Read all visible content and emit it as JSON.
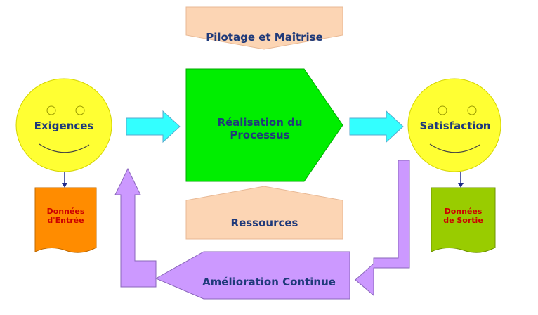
{
  "pilotage_label": "Pilotage et Maîtrise",
  "realisation_label": "Réalisation du\nProcessus",
  "ressources_label": "Ressources",
  "amelioration_label": "Amélioration Continue",
  "exigences_label": "Exigences",
  "satisfaction_label": "Satisfaction",
  "donnees_entree_label": "Données\nd'Entrée",
  "donnees_sortie_label": "Données\nde Sortie",
  "colors": {
    "smiley_fill": "#ffff33",
    "peach_box": "#fcd5b4",
    "green_process": "#00ee00",
    "cyan_arrow": "#33ffff",
    "purple_arrow": "#cc99ff",
    "orange_doc": "#ff8c00",
    "olive_doc": "#99cc00",
    "text_dark": "#1f3a7a",
    "text_red": "#cc0000"
  }
}
